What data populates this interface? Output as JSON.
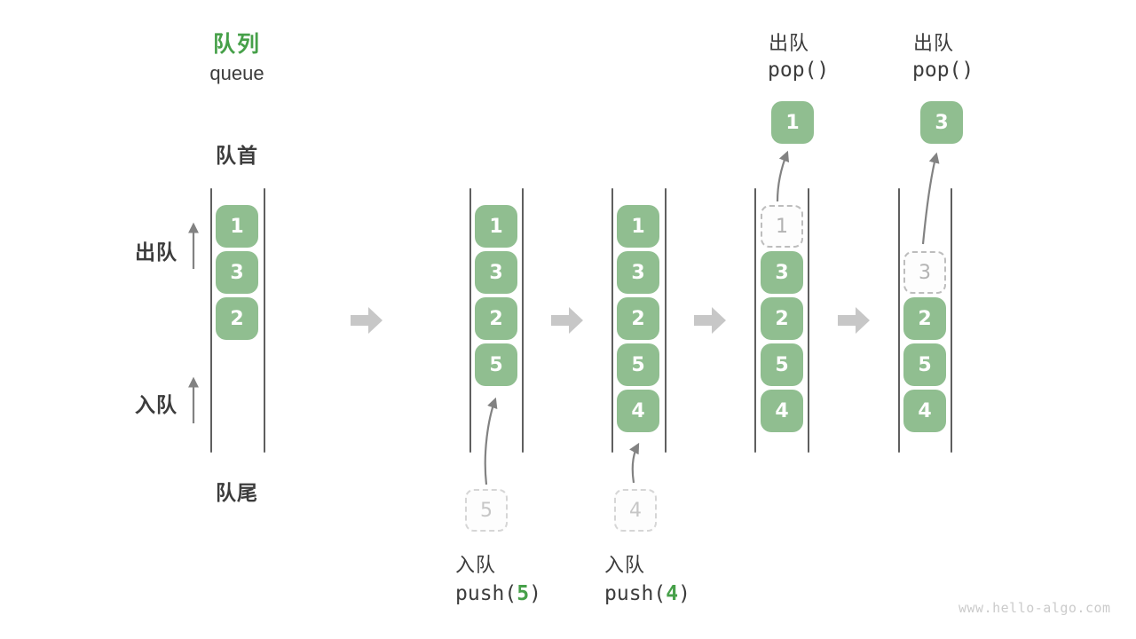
{
  "title": {
    "zh": "队列",
    "en": "queue"
  },
  "side_labels": {
    "front": "队首",
    "rear": "队尾",
    "dequeue": "出队",
    "enqueue": "入队"
  },
  "colors": {
    "cell_green": "#90BE90",
    "accent_green": "#46A049",
    "text_dark": "#3C3C3C",
    "wall_gray": "#5F5F5F",
    "arrow_gray": "#828282",
    "block_arrow_gray": "#C7C7C7",
    "ghost_gray": "#BDBDBD",
    "watermark_gray": "#CBCBCB"
  },
  "columns": [
    {
      "cells": [
        "1",
        "3",
        "2"
      ]
    },
    {
      "cells": [
        "1",
        "3",
        "2",
        "5"
      ],
      "pending": "5",
      "op_label": "入队",
      "op_code_prefix": "push(",
      "op_arg": "5",
      "op_code_suffix": ")"
    },
    {
      "cells": [
        "1",
        "3",
        "2",
        "5",
        "4"
      ],
      "pending": "4",
      "op_label": "入队",
      "op_code_prefix": "push(",
      "op_arg": "4",
      "op_code_suffix": ")"
    },
    {
      "ghost": "1",
      "cells": [
        "3",
        "2",
        "5",
        "4"
      ],
      "popped": "1",
      "op_label": "出队",
      "op_code": "pop()"
    },
    {
      "ghost": "3",
      "cells": [
        "2",
        "5",
        "4"
      ],
      "popped": "3",
      "op_label": "出队",
      "op_code": "pop()"
    }
  ],
  "watermark": "www.hello-algo.com"
}
